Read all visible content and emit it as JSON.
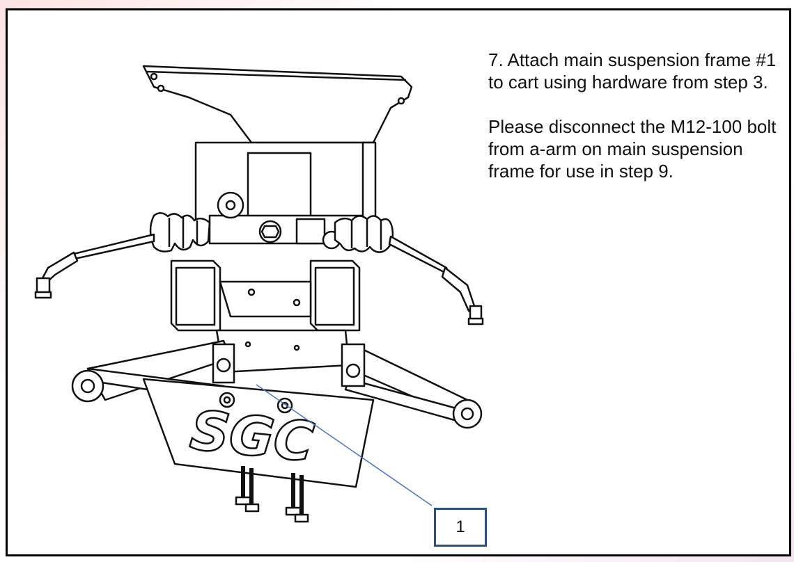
{
  "step_text": "7.  Attach main suspension frame #1 to cart using hardware from step 3.",
  "note_text": "Please disconnect the M12-100 bolt from a-arm on main suspension frame for use in step 9.",
  "plate_logo": "SGC",
  "callout_label": "1",
  "colors": {
    "frame_border": "#000000",
    "callout_border": "#2f4f7a",
    "leader_line": "#4a73b8"
  }
}
